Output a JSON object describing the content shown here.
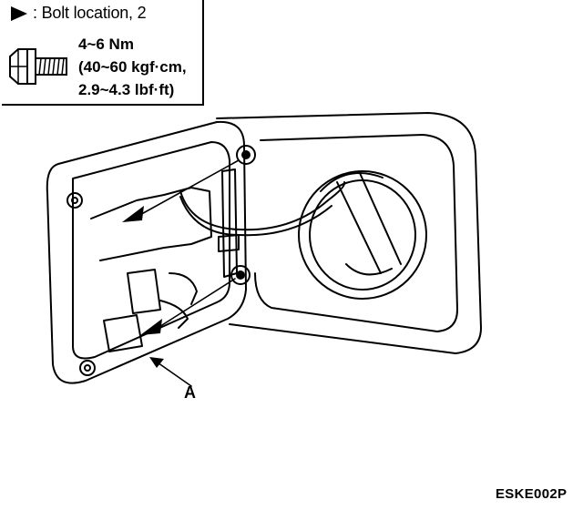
{
  "legend": {
    "symbol_icon": "filled-arrowhead",
    "bolt_location_label": ": Bolt location, 2",
    "torque_line1": "4~6 Nm",
    "torque_line2": "(40~60 kgf·cm,",
    "torque_line3": "2.9~4.3 lbf·ft)"
  },
  "diagram": {
    "callout_label": "A",
    "figure_code": "ESKE002P"
  }
}
